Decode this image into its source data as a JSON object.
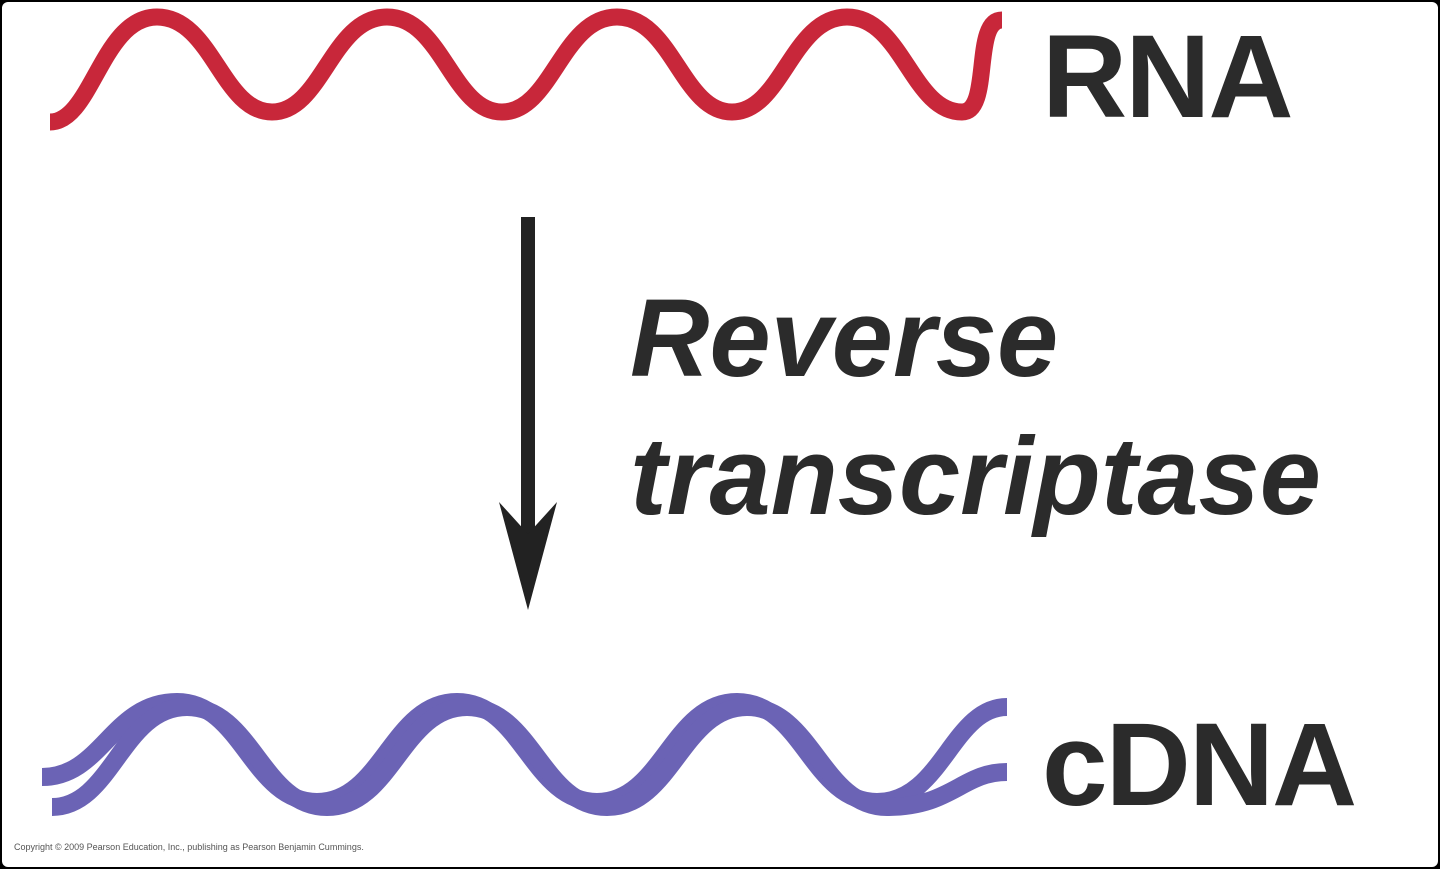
{
  "rna": {
    "label": "RNA",
    "color": "#c8273a"
  },
  "enzyme": {
    "line1": "Reverse",
    "line2": "transcriptase"
  },
  "cdna": {
    "label": "cDNA",
    "color": "#6b63b5"
  },
  "text_color": "#2b2b2b",
  "arrow_color": "#222222",
  "copyright": "Copyright © 2009 Pearson Education, Inc., publishing as Pearson Benjamin Cummings."
}
